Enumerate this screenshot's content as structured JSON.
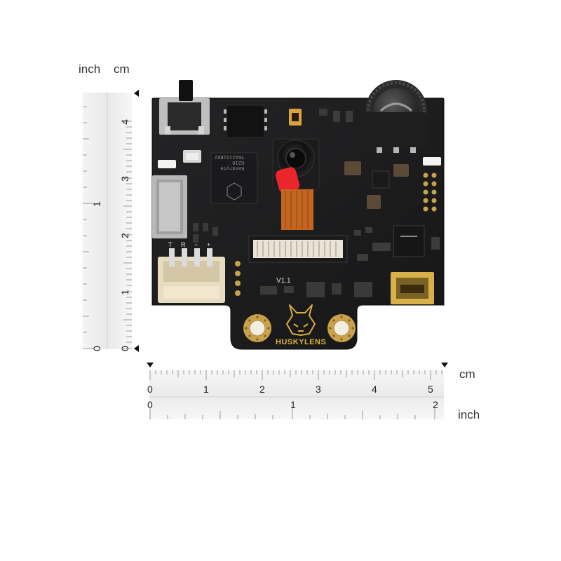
{
  "units": {
    "vertical_left": "inch",
    "vertical_right": "cm",
    "horizontal_top": "cm",
    "horizontal_bottom": "inch"
  },
  "vertical_ruler": {
    "cm_ticks": [
      "4",
      "3",
      "2",
      "1",
      "0"
    ],
    "inch_ticks": [
      "1",
      "0"
    ]
  },
  "horizontal_ruler": {
    "cm_ticks": [
      "0",
      "1",
      "2",
      "3",
      "4",
      "5"
    ],
    "inch_ticks": [
      "0",
      "1",
      "2"
    ]
  },
  "board": {
    "brand": "HUSKYLENS",
    "version": "V1.1",
    "pin_labels": [
      "T",
      "R",
      "−",
      "+"
    ],
    "chip_text": [
      "Kendryte",
      "K210",
      "TKA2152B02"
    ],
    "colors": {
      "pcb": "#1c1c1e",
      "gold": "#c9a24a",
      "connector": "#e8dcc0",
      "lens_red": "#e8262b",
      "flex_cable": "#c4661f"
    }
  }
}
